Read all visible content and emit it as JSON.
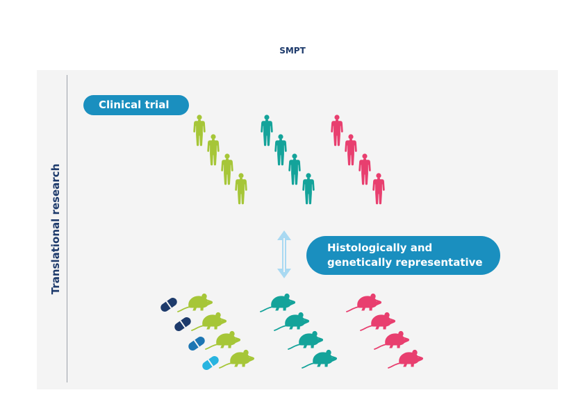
{
  "header": {
    "title": "SMPT"
  },
  "axis": {
    "label": "Translational research"
  },
  "labels": {
    "clinical_trial": "Clinical trial",
    "representative_line1": "Histologically and",
    "representative_line2": "genetically representative"
  },
  "colors": {
    "title": "#1d3a6b",
    "pill": "#1a8fbf",
    "arrow": "#a9d9f2",
    "cohort_lime": "#a6c638",
    "cohort_teal": "#14a39a",
    "cohort_pink": "#e83f6f",
    "pill_dark": "#1d3a6b",
    "pill_mid": "#1d76b3",
    "pill_light": "#28b4e0"
  },
  "icons": {
    "human": "human-figure-icon",
    "mouse": "mouse-icon",
    "drug": "capsule-icon",
    "arrow": "double-arrow-icon"
  },
  "cohorts": [
    {
      "name": "lime",
      "color": "#a6c638",
      "humans": 4,
      "mice": 4
    },
    {
      "name": "teal",
      "color": "#14a39a",
      "humans": 4,
      "mice": 4
    },
    {
      "name": "pink",
      "color": "#e83f6f",
      "humans": 4,
      "mice": 4
    }
  ],
  "capsules": [
    "#1d3a6b",
    "#1d3a6b",
    "#1d76b3",
    "#28b4e0"
  ]
}
